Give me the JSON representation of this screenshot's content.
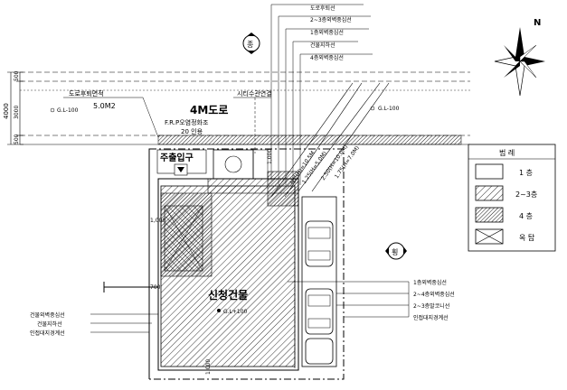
{
  "road": {
    "name": "4M도로",
    "area_label": "도로후퇴면적",
    "area_value": "5.0M2",
    "elevation_left": "G.L-100",
    "elevation_right": "G.L-100",
    "water_meter": "시티수관연결"
  },
  "entrance": {
    "label": "주출입구",
    "frp_label": "F.R.P오염정화조",
    "frp_capacity": "20 인용"
  },
  "building": {
    "label": "신청건물",
    "elevation": "G.L+100"
  },
  "north_label": "N",
  "markers": {
    "front": "종",
    "side": "횡"
  },
  "top_callouts": [
    "도로후퇴선",
    "2~3층외벽중심선",
    "1층외벽중심선",
    "건물지하선",
    "4층외벽중심선"
  ],
  "right_callouts": [
    "1층외벽중심선",
    "2~4층외벽중심선",
    "2~3층발코니선",
    "인접대지경계선"
  ],
  "left_callouts": [
    "건물외벽중심선",
    "건물지하선",
    "인접대지경계선"
  ],
  "diagonal_dims": [
    "시선(H)=10.5M",
    "1.25(H=5.0M)",
    "2.50(H=10.0M)",
    "1.75(H=7.0M)"
  ],
  "dims_left": [
    "4000",
    "500",
    "3000",
    "500"
  ],
  "dims_misc": [
    "1,000",
    "1,000",
    "700",
    "1,000"
  ],
  "legend": {
    "title": "범  례",
    "items": [
      {
        "label": "1 층",
        "pattern": "blank"
      },
      {
        "label": "2~3층",
        "pattern": "hatch"
      },
      {
        "label": "4 층",
        "pattern": "dense"
      },
      {
        "label": "옥 탑",
        "pattern": "cross"
      }
    ]
  }
}
